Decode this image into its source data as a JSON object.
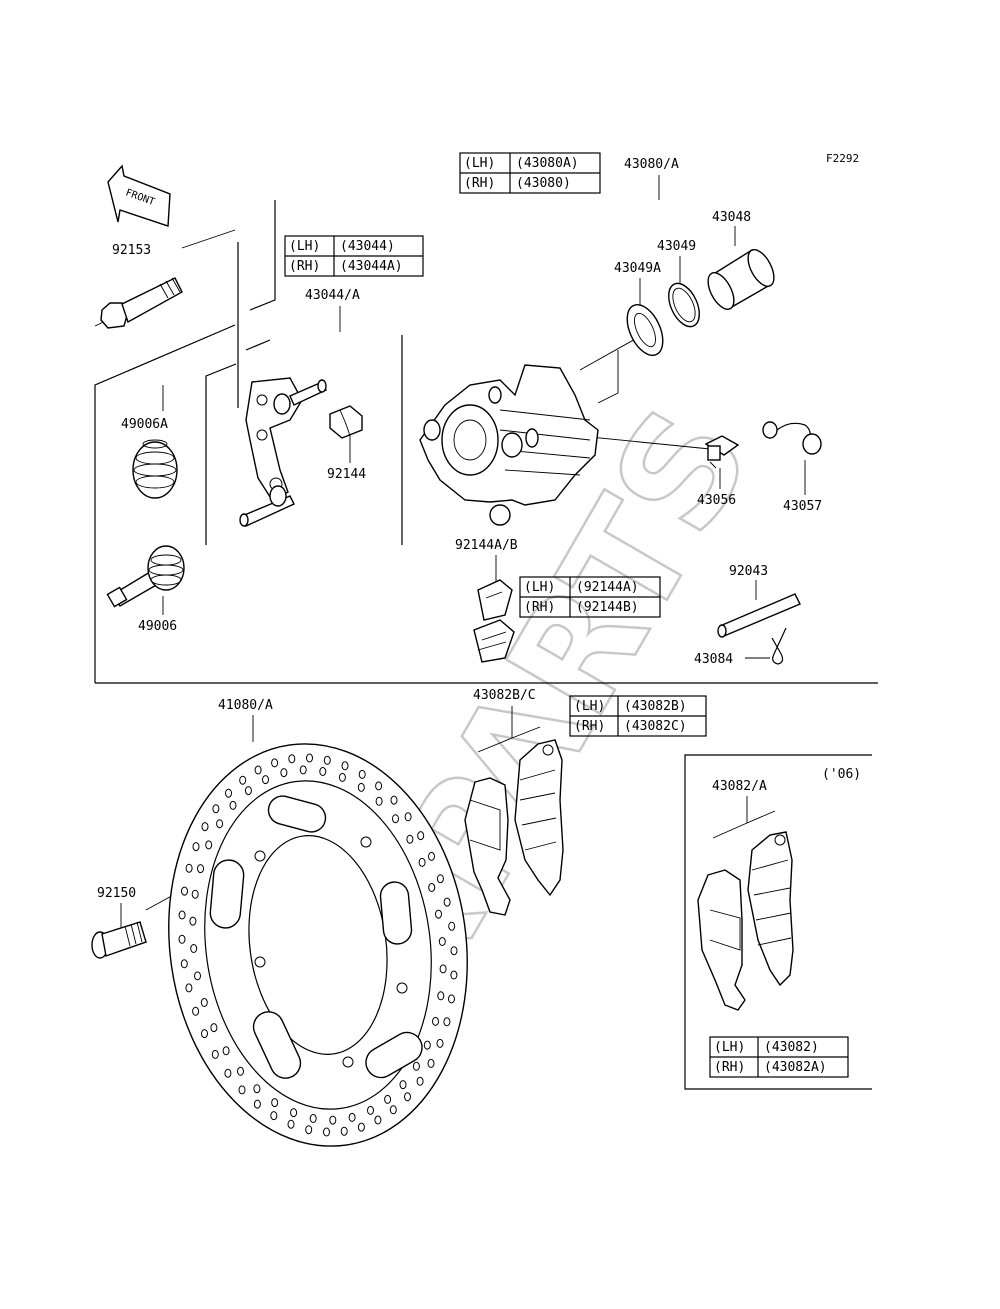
{
  "figure_code": "F2292",
  "watermark": "XPARTS",
  "front_marker": "FRONT",
  "variant_note": "('06)",
  "part_numbers": {
    "caliper_assy": "43080/A",
    "piston": "43048",
    "piston_seal": "43049",
    "dust_seal": "43049A",
    "bracket": "43044/A",
    "bolt_92153": "92153",
    "boot_49006A": "49006A",
    "pin_49006": "49006",
    "spring_92144": "92144",
    "bleed_valve": "43056",
    "cap": "43057",
    "spring_92144ab": "92144A/B",
    "pad_pin": "92043",
    "clip": "43084",
    "disc": "41080/A",
    "disc_bolt": "92150",
    "pads_bc": "43082B/C",
    "pads_a": "43082/A"
  },
  "tables": {
    "caliper": {
      "rows": [
        {
          "side": "(LH)",
          "part": "(43080A)"
        },
        {
          "side": "(RH)",
          "part": "(43080)"
        }
      ]
    },
    "bracket": {
      "rows": [
        {
          "side": "(LH)",
          "part": "(43044)"
        },
        {
          "side": "(RH)",
          "part": "(43044A)"
        }
      ]
    },
    "spring": {
      "rows": [
        {
          "side": "(LH)",
          "part": "(92144A)"
        },
        {
          "side": "(RH)",
          "part": "(92144B)"
        }
      ]
    },
    "pads_bc": {
      "rows": [
        {
          "side": "(LH)",
          "part": "(43082B)"
        },
        {
          "side": "(RH)",
          "part": "(43082C)"
        }
      ]
    },
    "pads_a": {
      "rows": [
        {
          "side": "(LH)",
          "part": "(43082)"
        },
        {
          "side": "(RH)",
          "part": "(43082A)"
        }
      ]
    }
  }
}
